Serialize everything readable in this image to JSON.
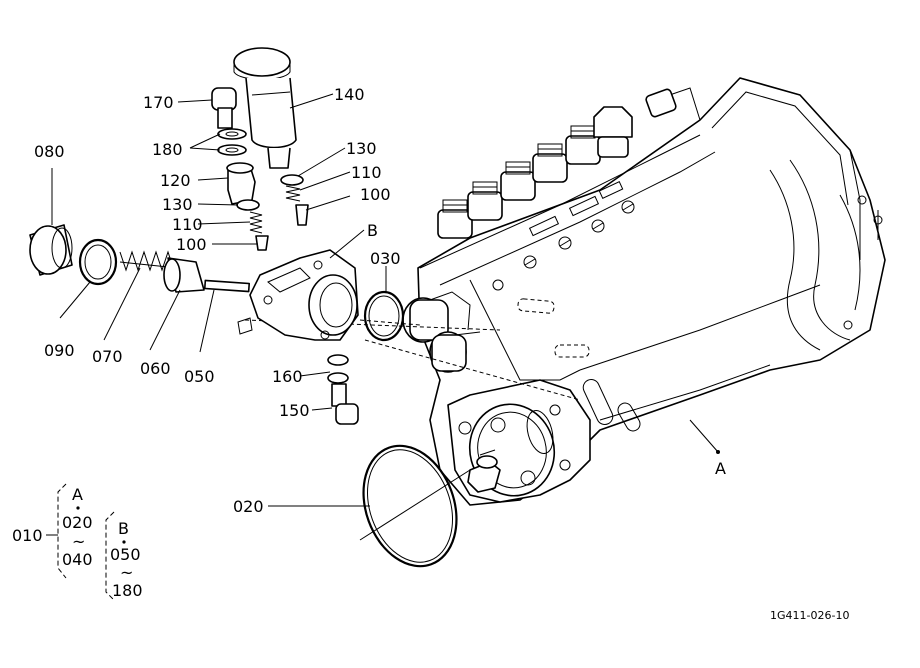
{
  "callouts": {
    "p170": "170",
    "p140": "140",
    "p180": "180",
    "p130a": "130",
    "p110a": "110",
    "p100a": "100",
    "p080": "080",
    "p120": "120",
    "p130b": "130",
    "p110b": "110",
    "p100b": "100",
    "pB": "B",
    "p030": "030",
    "p090": "090",
    "p070": "070",
    "p060": "060",
    "p050": "050",
    "p160": "160",
    "p150": "150",
    "p020": "020",
    "pA": "A"
  },
  "legend": {
    "assembly": "010",
    "groupA": {
      "letter": "A",
      "from": "020",
      "tilde": "~",
      "to": "040"
    },
    "groupB": {
      "letter": "B",
      "from": "050",
      "tilde": "~",
      "to": "180"
    }
  },
  "drawing_number": "1G411-026-10"
}
